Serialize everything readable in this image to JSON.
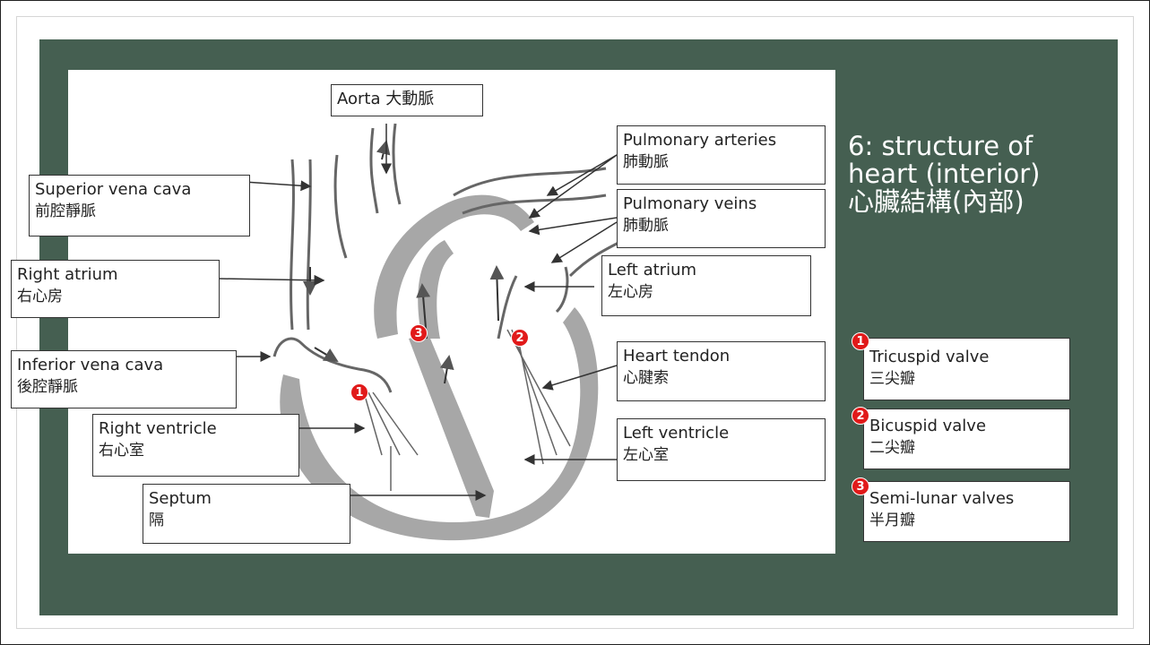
{
  "title": {
    "line1": "6: structure of",
    "line2": "heart (interior)",
    "line3": "心臟結構(內部)"
  },
  "labels": {
    "aorta": {
      "text": "Aorta 大動脈"
    },
    "superior_vena_cava": {
      "en": "Superior vena cava",
      "zh": "前腔靜脈"
    },
    "right_atrium": {
      "en": "Right atrium",
      "zh": "右心房"
    },
    "inferior_vena_cava": {
      "en": "Inferior vena cava",
      "zh": "後腔靜脈"
    },
    "right_ventricle": {
      "en": "Right ventricle",
      "zh": "右心室"
    },
    "septum": {
      "en": "Septum",
      "zh": "隔"
    },
    "pulmonary_arteries": {
      "en": "Pulmonary arteries",
      "zh": "肺動脈"
    },
    "pulmonary_veins": {
      "en": "Pulmonary veins",
      "zh": "肺動脈"
    },
    "left_atrium": {
      "en": "Left atrium",
      "zh": "左心房"
    },
    "heart_tendon": {
      "en": "Heart tendon",
      "zh": "心腱索"
    },
    "left_ventricle": {
      "en": "Left ventricle",
      "zh": "左心室"
    }
  },
  "valves": [
    {
      "num": "1",
      "en": "Tricuspid valve",
      "zh": "三尖瓣"
    },
    {
      "num": "2",
      "en": "Bicuspid valve",
      "zh": "二尖瓣"
    },
    {
      "num": "3",
      "en": "Semi-lunar valves",
      "zh": "半月瓣"
    }
  ],
  "diagram_markers": [
    "1",
    "2",
    "3"
  ],
  "colors": {
    "slide_bg": "#455f51",
    "badge": "#e11a1a",
    "heart_wall": "#a7a7a7"
  }
}
